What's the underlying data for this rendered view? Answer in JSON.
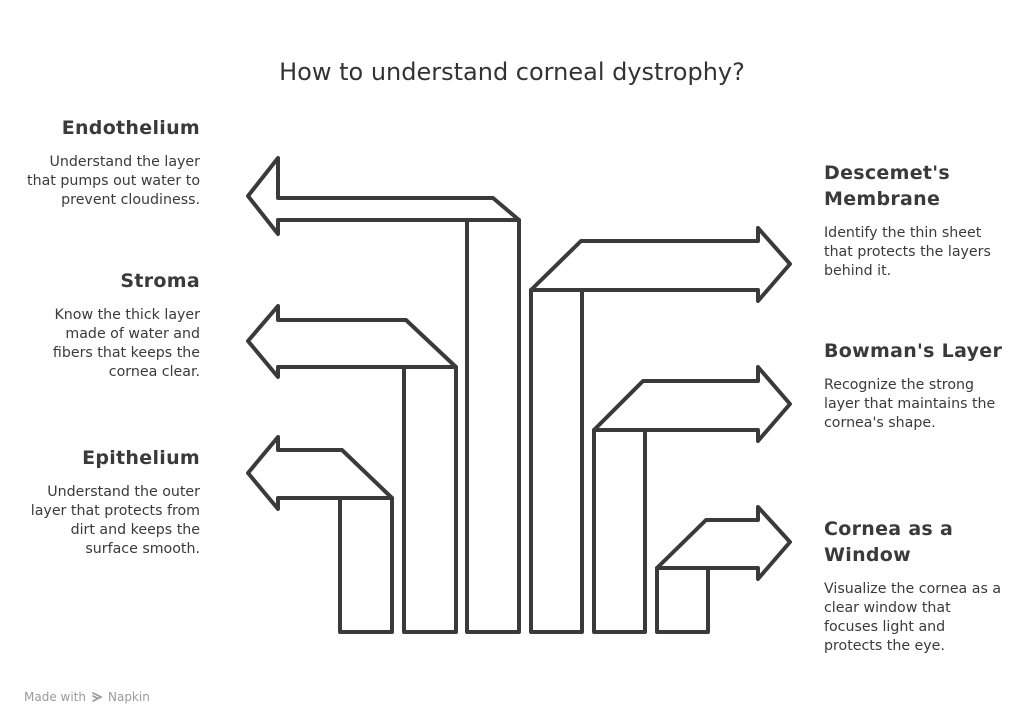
{
  "title": "How to understand corneal dystrophy?",
  "left": [
    {
      "heading": "Endothelium",
      "text": "Understand the layer that pumps out water to prevent cloudiness."
    },
    {
      "heading": "Stroma",
      "text": "Know the thick layer made of water and fibers that keeps the cornea clear."
    },
    {
      "heading": "Epithelium",
      "text": "Understand the outer layer that protects from dirt and keeps the surface smooth."
    }
  ],
  "right": [
    {
      "heading": "Descemet's Membrane",
      "text": "Identify the thin sheet that protects the layers behind it."
    },
    {
      "heading": "Bowman's Layer",
      "text": "Recognize the strong layer that maintains the cornea's shape."
    },
    {
      "heading": "Cornea as a Window",
      "text": "Visualize the cornea as a clear window that focuses light and protects the eye."
    }
  ],
  "footer": {
    "made_with": "Made with",
    "brand": "Napkin"
  },
  "colors": {
    "stroke": "#3a3a3a",
    "text": "#3a3a3a",
    "footer": "#9a9a9a"
  }
}
